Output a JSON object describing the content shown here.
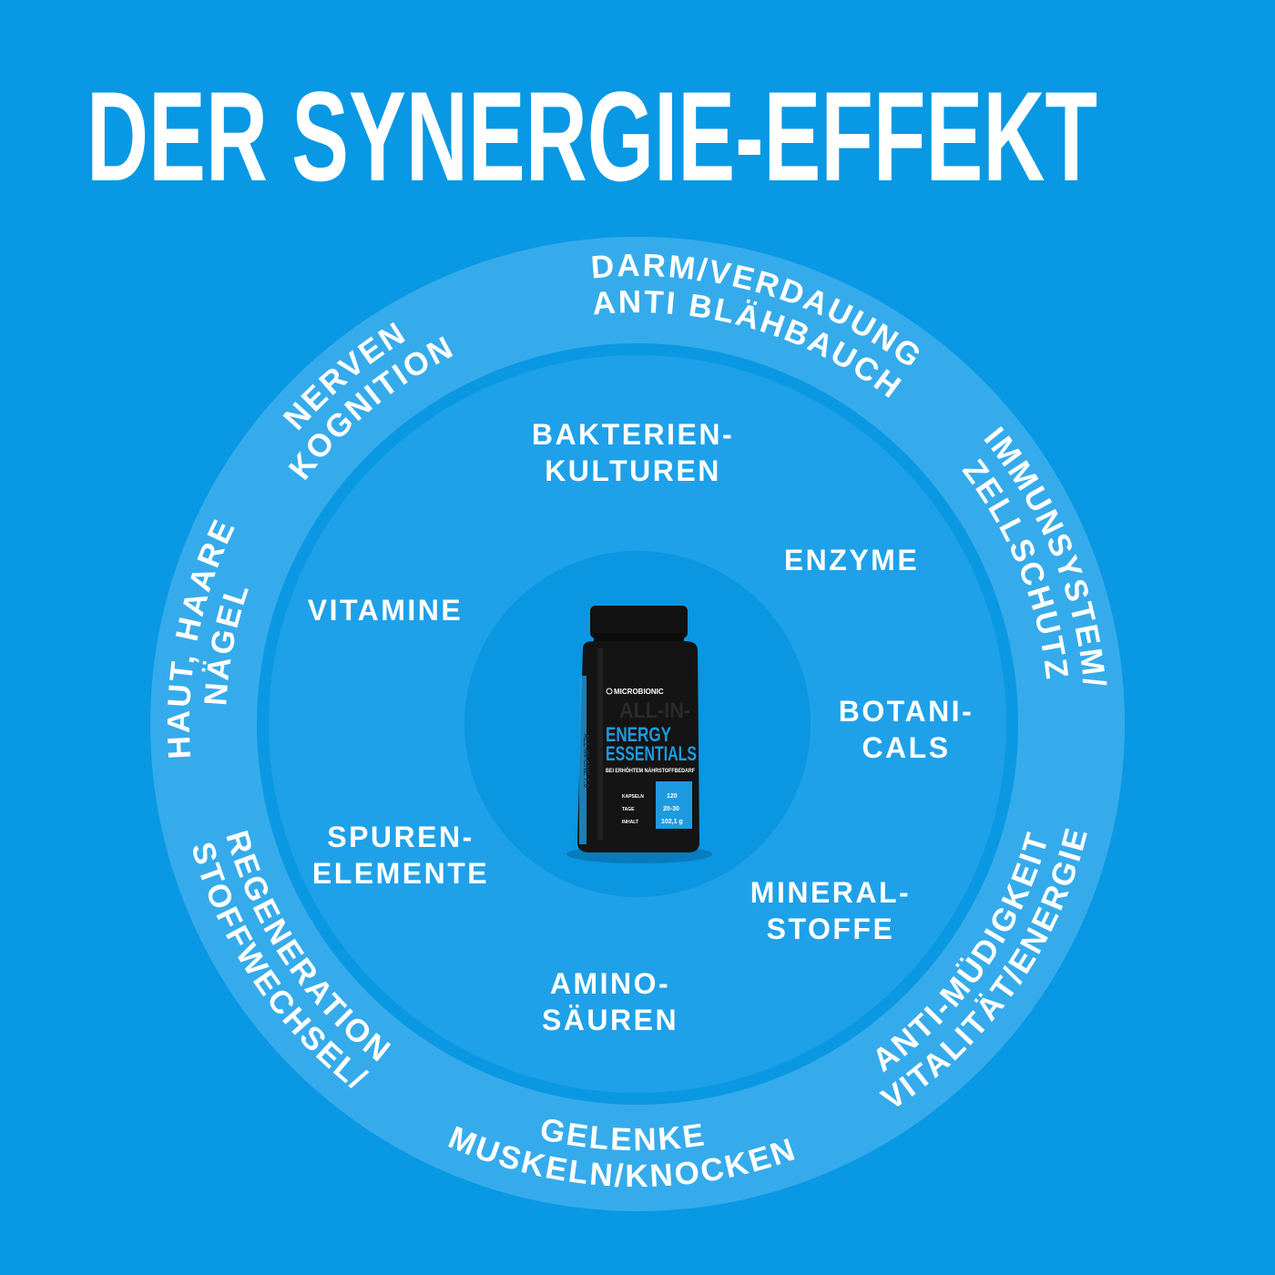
{
  "title": "DER SYNERGIE-EFFEKT",
  "colors": {
    "background": "#0898e4",
    "outer_ring": "#36abeb",
    "inner_disc": "#1ea1e9",
    "center_disc": "#0a96e0",
    "text": "#ffffff",
    "label_accent": "#1e9be0"
  },
  "benefits": [
    {
      "line1": "DARM/VERDAUUNG",
      "line2": "ANTI BLÄHBAUCH"
    },
    {
      "line1": "IMMUNSYSTEM/",
      "line2": "ZELLSCHUTZ"
    },
    {
      "line1": "ANTI-MÜDIGKEIT",
      "line2": "VITALITÄT/ENERGIE"
    },
    {
      "line1": "GELENKE",
      "line2": "MUSKELN/KNOCKEN"
    },
    {
      "line1": "REGENERATION",
      "line2": "STOFFWECHSEL/"
    },
    {
      "line1": "HAUT, HAARE",
      "line2": "NÄGEL"
    },
    {
      "line1": "NERVEN",
      "line2": "KOGNITION"
    }
  ],
  "ingredients": [
    {
      "line1": "BAKTERIEN-",
      "line2": "KULTUREN"
    },
    {
      "line1": "ENZYME"
    },
    {
      "line1": "VITAMINE"
    },
    {
      "line1": "BOTANI-",
      "line2": "CALS"
    },
    {
      "line1": "SPUREN-",
      "line2": "ELEMENTE"
    },
    {
      "line1": "MINERAL-",
      "line2": "STOFFE"
    },
    {
      "line1": "AMINO-",
      "line2": "SÄUREN"
    }
  ],
  "product": {
    "brand": "MICROBIONIC",
    "overline": "ALL-IN-",
    "name_line1": "ENERGY",
    "name_line2": "ESSENTIALS",
    "subtitle": "BEI ERHÖHTEM NÄHRSTOFFBEDARF",
    "side_text": "ALL-IN-ONE 7.0",
    "specs": [
      {
        "label": "KAPSELN",
        "value": "120"
      },
      {
        "label": "TAGE",
        "value": "20-30"
      },
      {
        "label": "INHALT",
        "value": "102,1 g"
      }
    ]
  }
}
